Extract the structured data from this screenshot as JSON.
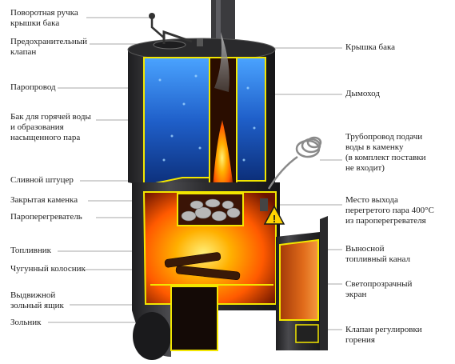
{
  "labels_left": [
    {
      "id": "rotary-handle",
      "text": "Поворотная ручка\nкрышки бака"
    },
    {
      "id": "safety-valve",
      "text": "Предохранительный\nклапан"
    },
    {
      "id": "steam-pipe",
      "text": "Паропровод"
    },
    {
      "id": "hot-water-tank",
      "text": "Бак для горячей воды\nи образования\nнасыщенного пара"
    },
    {
      "id": "drain-fitting",
      "text": "Сливной штуцер"
    },
    {
      "id": "closed-heater",
      "text": "Закрытая каменка"
    },
    {
      "id": "superheater",
      "text": "Пароперегреватель"
    },
    {
      "id": "firebox",
      "text": "Топливник"
    },
    {
      "id": "cast-iron-grate",
      "text": "Чугунный колосник"
    },
    {
      "id": "ash-drawer",
      "text": "Выдвижной\nзольный ящик"
    },
    {
      "id": "ash-pit",
      "text": "Зольник"
    }
  ],
  "labels_right": [
    {
      "id": "tank-lid",
      "text": "Крышка бака"
    },
    {
      "id": "chimney",
      "text": "Дымоход"
    },
    {
      "id": "water-supply-pipe",
      "text": "Трубопровод подачи\nводы в каменку\n(в комплект поставки\nне входит)"
    },
    {
      "id": "steam-outlet",
      "text": "Место выхода\nперегретого пара 400°С\nиз пароперегревателя"
    },
    {
      "id": "fuel-channel",
      "text": "Выносной\nтопливный канал"
    },
    {
      "id": "glass-screen",
      "text": "Светопрозрачный\nэкран"
    },
    {
      "id": "combustion-valve",
      "text": "Клапан регулировки\nгорения"
    }
  ],
  "warning_icon": "warning-triangle-icon",
  "colors": {
    "outline": "#f2e600",
    "body": "#3a3a3c",
    "water": "#1f5fc9",
    "fire": "#ff6a00",
    "leader": "#8a8a8a"
  }
}
